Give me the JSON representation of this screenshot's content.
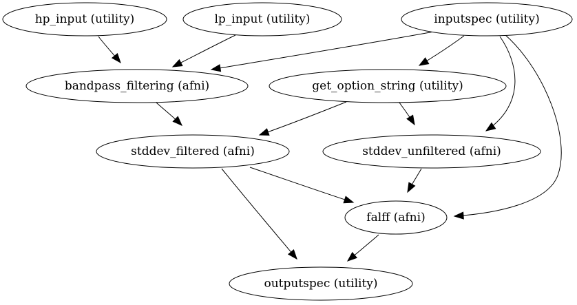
{
  "graph": {
    "nodes": [
      {
        "id": "hp_input",
        "label": "hp_input (utility)"
      },
      {
        "id": "lp_input",
        "label": "lp_input (utility)"
      },
      {
        "id": "inputspec",
        "label": "inputspec (utility)"
      },
      {
        "id": "bandpass_filtering",
        "label": "bandpass_filtering (afni)"
      },
      {
        "id": "get_option_string",
        "label": "get_option_string (utility)"
      },
      {
        "id": "stddev_filtered",
        "label": "stddev_filtered (afni)"
      },
      {
        "id": "stddev_unfiltered",
        "label": "stddev_unfiltered (afni)"
      },
      {
        "id": "falff",
        "label": "falff (afni)"
      },
      {
        "id": "outputspec",
        "label": "outputspec (utility)"
      }
    ],
    "edges": [
      {
        "from": "hp_input",
        "to": "bandpass_filtering"
      },
      {
        "from": "lp_input",
        "to": "bandpass_filtering"
      },
      {
        "from": "inputspec",
        "to": "bandpass_filtering"
      },
      {
        "from": "inputspec",
        "to": "get_option_string"
      },
      {
        "from": "inputspec",
        "to": "stddev_unfiltered"
      },
      {
        "from": "inputspec",
        "to": "falff"
      },
      {
        "from": "bandpass_filtering",
        "to": "stddev_filtered"
      },
      {
        "from": "get_option_string",
        "to": "stddev_filtered"
      },
      {
        "from": "get_option_string",
        "to": "stddev_unfiltered"
      },
      {
        "from": "stddev_filtered",
        "to": "falff"
      },
      {
        "from": "stddev_filtered",
        "to": "outputspec"
      },
      {
        "from": "stddev_unfiltered",
        "to": "falff"
      },
      {
        "from": "falff",
        "to": "outputspec"
      }
    ]
  }
}
